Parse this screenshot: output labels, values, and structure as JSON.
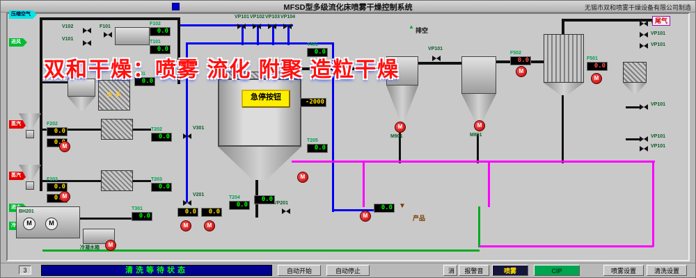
{
  "title_bar": {
    "title": "MFSD型多级流化床喷雾干燥控制系统",
    "manufacturer": "无锡市双和喷雾干燥设备有限公司制造"
  },
  "watermark": "双和干燥：喷雾 流化 附聚 造粒干燥",
  "colors": {
    "cip_pipe": "#ff00ff",
    "air_pipe": "#0000ee",
    "water_pipe": "#00aa22",
    "duct_pipe": "#101010",
    "compressed_air": "#00e5e5",
    "fresh_air": "#00bb33",
    "steam": "#e50000",
    "pump_red": "#cc0000",
    "display_bg": "#000000",
    "display_value_yellow": "#ffe000",
    "display_value_green": "#00ff00",
    "display_tag_green": "#00a050",
    "estop_yellow": "#ffee00",
    "status_bg": "#000090",
    "status_text": "#00ff00",
    "cip_btn": "#00a550",
    "watermark_red": "#ff1010"
  },
  "icons": {
    "lightning": "⚡⚡",
    "up_arrow": "▲",
    "down_arrow": "▼"
  },
  "sources": [
    {
      "label": "压缩空气"
    },
    {
      "label": "进风"
    },
    {
      "label": "蒸汽"
    },
    {
      "label": "蒸汽"
    },
    {
      "label": "进水"
    },
    {
      "label": "冷凝水"
    }
  ],
  "valves": [
    {
      "tag": "V102"
    },
    {
      "tag": "V101"
    },
    {
      "tag": "F101"
    },
    {
      "tag": "VP101"
    },
    {
      "tag": "VP102"
    },
    {
      "tag": "VP103"
    },
    {
      "tag": "VP104"
    },
    {
      "tag": "VP101"
    },
    {
      "tag": "V301"
    },
    {
      "tag": "V201"
    },
    {
      "tag": "VP201"
    },
    {
      "tag": "VP101"
    },
    {
      "tag": "VP101"
    },
    {
      "tag": "VP101"
    },
    {
      "tag": "VP101"
    },
    {
      "tag": "VP101"
    },
    {
      "tag": "VP101"
    }
  ],
  "displays": [
    {
      "tag": "F102",
      "value": "0.0"
    },
    {
      "tag": "T101",
      "value": "0.0"
    },
    {
      "tag": "T401",
      "value": "0.0"
    },
    {
      "tag": "",
      "value": "-2000"
    },
    {
      "tag": "T201",
      "value": "0.0"
    },
    {
      "tag": "F202",
      "value": "0.0"
    },
    {
      "tag": "",
      "value": "0.0"
    },
    {
      "tag": "T202",
      "value": "0.0"
    },
    {
      "tag": "F203",
      "value": "0.0"
    },
    {
      "tag": "",
      "value": "0.0"
    },
    {
      "tag": "T203",
      "value": "0.0"
    },
    {
      "tag": "T204",
      "value": "0.0"
    },
    {
      "tag": "",
      "value": "0.0"
    },
    {
      "tag": "T205",
      "value": "0.0"
    },
    {
      "tag": "",
      "value": "0.0"
    },
    {
      "tag": "T301",
      "value": "0.0"
    },
    {
      "tag": "F502",
      "value": "0.0"
    },
    {
      "tag": "F501",
      "value": "0.0"
    },
    {
      "tag": "",
      "value": "0.0"
    },
    {
      "tag": "",
      "value": "0.0"
    }
  ],
  "equipment_labels": {
    "m901": "M901",
    "m801": "M801",
    "bh201": "BH201",
    "motor": "M"
  },
  "labels": {
    "vent": "排空",
    "tail_gas": "尾气",
    "product": "产品",
    "condensate_tank": "冷凝水箱",
    "estop": "急停按钮"
  },
  "footer": {
    "counter": "3",
    "status": "清洗等待状态",
    "buttons": [
      {
        "label": "自动开始"
      },
      {
        "label": "自动停止"
      },
      {
        "label": "消"
      },
      {
        "label": "报警音"
      },
      {
        "label": "喷雾"
      },
      {
        "label": "CIP"
      },
      {
        "label": "喷雾设置"
      },
      {
        "label": "清洗设置"
      }
    ]
  }
}
